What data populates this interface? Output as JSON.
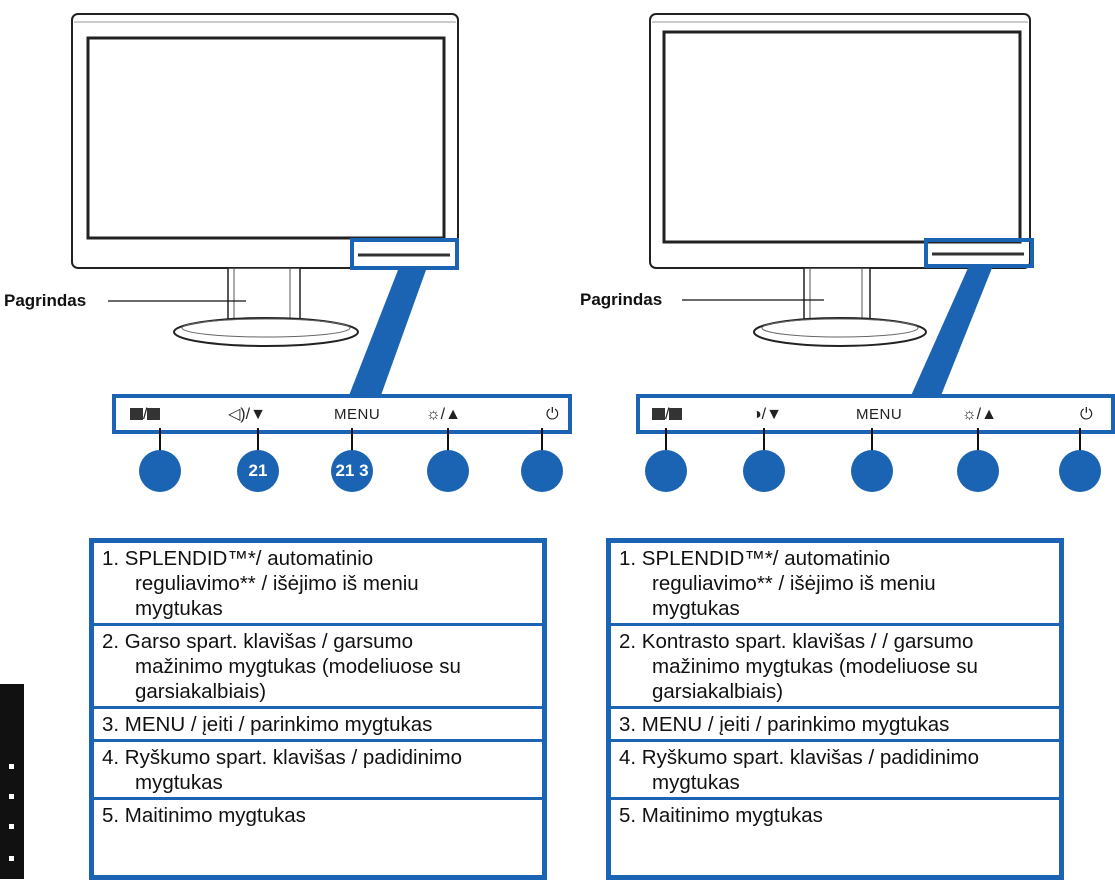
{
  "panels": [
    {
      "stand_label": "Pagrindas",
      "buttons": [
        {
          "icon": "splendid-auto-icon",
          "text": "/"
        },
        {
          "icon": "speaker-down-icon",
          "text": "◁)/▼"
        },
        {
          "icon": "menu-label",
          "text": "MENU"
        },
        {
          "icon": "brightness-up-icon",
          "text": "☼/▲"
        },
        {
          "icon": "power-icon",
          "text": "⏻"
        }
      ],
      "circle_labels": [
        "",
        "21",
        "21 3",
        "",
        ""
      ],
      "legend": [
        {
          "first": "1.  SPLENDID™*/ automatinio",
          "rest": [
            "reguliavimo** / išėjimo iš meniu",
            "mygtukas"
          ]
        },
        {
          "first": "2.  Garso spart. klavišas / garsumo",
          "rest": [
            "mažinimo mygtukas (modeliuose su",
            "garsiakalbiais)"
          ]
        },
        {
          "first": "3. MENU / įeiti / parinkimo mygtukas",
          "rest": []
        },
        {
          "first": "4.  Ryškumo spart. klavišas / padidinimo",
          "rest": [
            "mygtukas"
          ]
        },
        {
          "first": "5. Maitinimo mygtukas",
          "rest": []
        }
      ]
    },
    {
      "stand_label": "Pagrindas",
      "buttons": [
        {
          "icon": "splendid-auto-icon",
          "text": "/"
        },
        {
          "icon": "contrast-down-icon",
          "text": "◑/▼"
        },
        {
          "icon": "menu-label",
          "text": "MENU"
        },
        {
          "icon": "brightness-up-icon",
          "text": "☼/▲"
        },
        {
          "icon": "power-icon",
          "text": "⏻"
        }
      ],
      "circle_labels": [
        "",
        "",
        "",
        "",
        ""
      ],
      "legend": [
        {
          "first": "1.  SPLENDID™*/ automatinio",
          "rest": [
            "reguliavimo** / išėjimo iš meniu",
            "mygtukas"
          ]
        },
        {
          "first": "2.  Kontrasto spart. klavišas / / garsumo",
          "rest": [
            "mažinimo mygtukas (modeliuose su",
            "garsiakalbiais)"
          ]
        },
        {
          "first": "3. MENU / įeiti / parinkimo mygtukas",
          "rest": []
        },
        {
          "first": "4.  Ryškumo spart. klavišas / padidinimo",
          "rest": [
            "mygtukas"
          ]
        },
        {
          "first": "5. Maitinimo mygtukas",
          "rest": []
        }
      ]
    }
  ],
  "colors": {
    "accent": "#1a64b3"
  }
}
